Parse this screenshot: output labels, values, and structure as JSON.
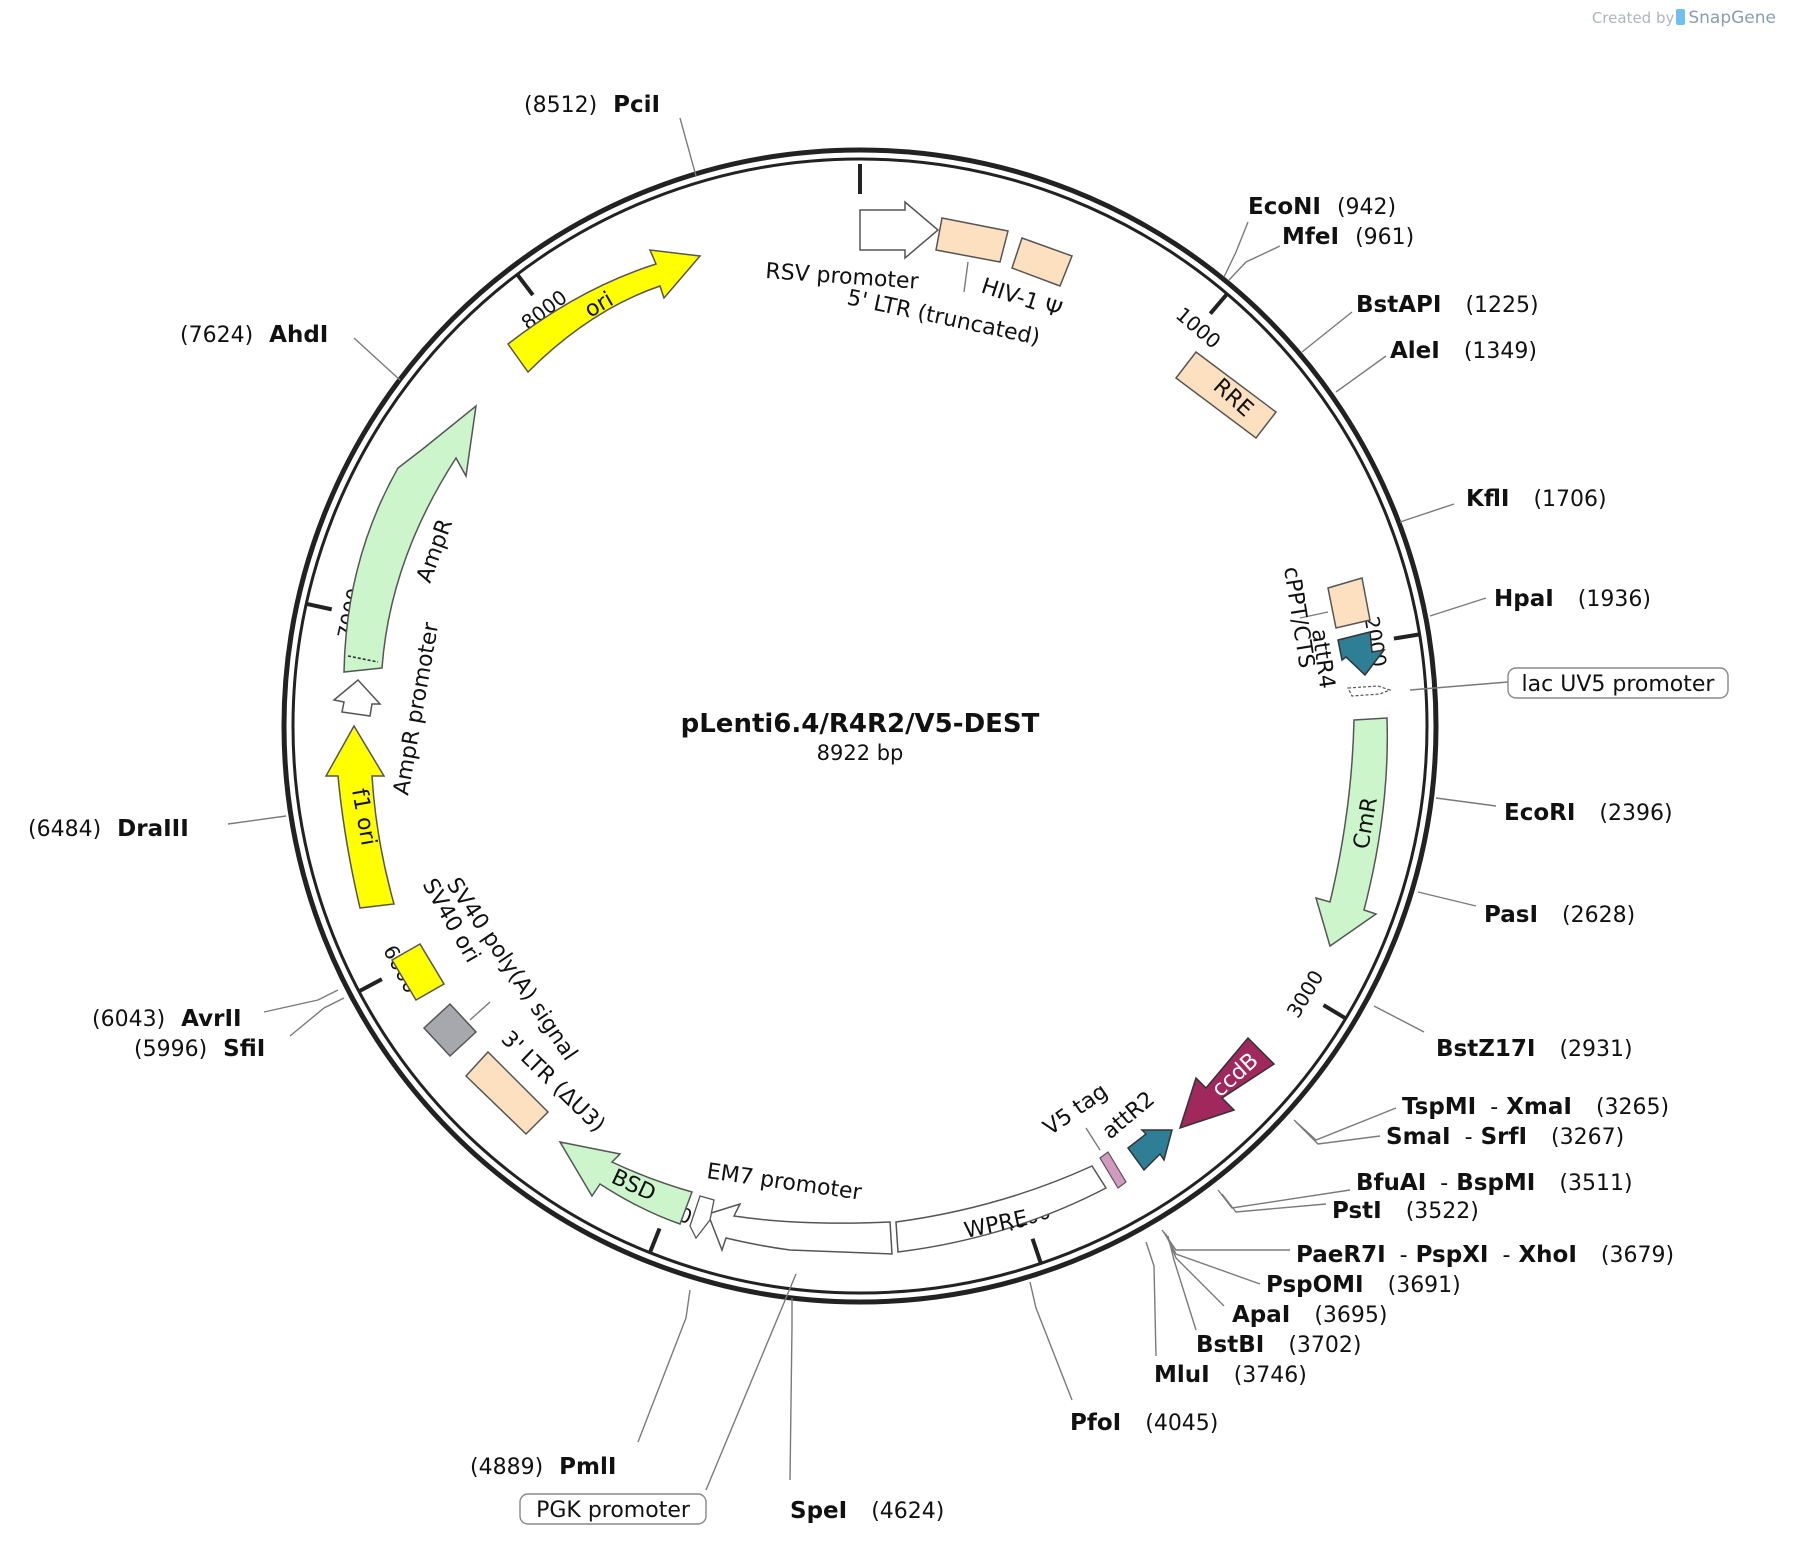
{
  "watermark": {
    "prefix": "Created by",
    "brand": "SnapGene"
  },
  "plasmid": {
    "name": "pLenti6.4/R4R2/V5-DEST",
    "length_label": "8922 bp",
    "length": 8922
  },
  "ticks": [
    {
      "pos": 1000,
      "label": "1000"
    },
    {
      "pos": 2000,
      "label": "2000"
    },
    {
      "pos": 3000,
      "label": "3000"
    },
    {
      "pos": 4000,
      "label": "4000"
    },
    {
      "pos": 5000,
      "label": "5000"
    },
    {
      "pos": 6000,
      "label": "6000"
    },
    {
      "pos": 7000,
      "label": "7000"
    },
    {
      "pos": 8000,
      "label": "8000"
    }
  ],
  "features": [
    {
      "id": "rsv-promoter",
      "label": "RSV promoter"
    },
    {
      "id": "ltr5",
      "label": "5' LTR (truncated)"
    },
    {
      "id": "hiv-psi",
      "label": "HIV-1 Ψ"
    },
    {
      "id": "rre",
      "label": "RRE"
    },
    {
      "id": "cppt",
      "label": "cPPT/CTS"
    },
    {
      "id": "attr4",
      "label": "attR4"
    },
    {
      "id": "lacuv5",
      "label": "lac UV5 promoter"
    },
    {
      "id": "cmr",
      "label": "CmR"
    },
    {
      "id": "ccdb",
      "label": "ccdB"
    },
    {
      "id": "attr2",
      "label": "attR2"
    },
    {
      "id": "v5tag",
      "label": "V5 tag"
    },
    {
      "id": "wpre",
      "label": "WPRE"
    },
    {
      "id": "pgk",
      "label": "PGK promoter"
    },
    {
      "id": "em7",
      "label": "EM7 promoter"
    },
    {
      "id": "bsd",
      "label": "BSD"
    },
    {
      "id": "ltr3",
      "label": "3' LTR (ΔU3)"
    },
    {
      "id": "sv40polya",
      "label": "SV40 poly(A) signal"
    },
    {
      "id": "sv40ori",
      "label": "SV40 ori"
    },
    {
      "id": "f1ori",
      "label": "f1 ori"
    },
    {
      "id": "amprprom",
      "label": "AmpR promoter"
    },
    {
      "id": "ampr",
      "label": "AmpR"
    },
    {
      "id": "ori",
      "label": "ori"
    }
  ],
  "sites": [
    {
      "id": "econi",
      "name": "EcoNI",
      "pos": "(942)"
    },
    {
      "id": "mfei",
      "name": "MfeI",
      "pos": "(961)"
    },
    {
      "id": "bstapi",
      "name": "BstAPI",
      "pos": "(1225)"
    },
    {
      "id": "alei",
      "name": "AleI",
      "pos": "(1349)"
    },
    {
      "id": "kfli",
      "name": "KflI",
      "pos": "(1706)"
    },
    {
      "id": "hpai",
      "name": "HpaI",
      "pos": "(1936)"
    },
    {
      "id": "ecori",
      "name": "EcoRI",
      "pos": "(2396)"
    },
    {
      "id": "pasi",
      "name": "PasI",
      "pos": "(2628)"
    },
    {
      "id": "bstz17i",
      "name": "BstZ17I",
      "pos": "(2931)"
    },
    {
      "id": "tspmi",
      "name": "TspMI",
      "sep1": "-",
      "name2": "XmaI",
      "pos": "(3265)"
    },
    {
      "id": "smai",
      "name": "SmaI",
      "sep1": "-",
      "name2": "SrfI",
      "pos": "(3267)"
    },
    {
      "id": "bfuai",
      "name": "BfuAI",
      "sep1": "-",
      "name2": "BspMI",
      "pos": "(3511)"
    },
    {
      "id": "psti",
      "name": "PstI",
      "pos": "(3522)"
    },
    {
      "id": "paer7i",
      "name": "PaeR7I",
      "sep1": "-",
      "name2": "PspXI",
      "sep2": "-",
      "name3": "XhoI",
      "pos": "(3679)"
    },
    {
      "id": "pspomi",
      "name": "PspOMI",
      "pos": "(3691)"
    },
    {
      "id": "apai",
      "name": "ApaI",
      "pos": "(3695)"
    },
    {
      "id": "bstbi",
      "name": "BstBI",
      "pos": "(3702)"
    },
    {
      "id": "mlui",
      "name": "MluI",
      "pos": "(3746)"
    },
    {
      "id": "pfoi",
      "name": "PfoI",
      "pos": "(4045)"
    },
    {
      "id": "spei",
      "name": "SpeI",
      "pos": "(4624)"
    },
    {
      "id": "pmli",
      "name": "PmlI",
      "pos": "(4889)"
    },
    {
      "id": "sfii",
      "name": "SfiI",
      "pos": "(5996)"
    },
    {
      "id": "avrii",
      "name": "AvrII",
      "pos": "(6043)"
    },
    {
      "id": "draiii",
      "name": "DraIII",
      "pos": "(6484)"
    },
    {
      "id": "ahdi",
      "name": "AhdI",
      "pos": "(7624)"
    },
    {
      "id": "pcii",
      "name": "PciI",
      "pos": "(8512)"
    }
  ],
  "colors": {
    "ltr": "#fde0c0",
    "marker": "#ccf5cc",
    "ori": "#ffff00",
    "attr": "#2e7f96",
    "ccdb": "#a0285c",
    "v5": "#d39ac0",
    "sv40ori": "#a6a8ad",
    "outline": "#555555"
  }
}
